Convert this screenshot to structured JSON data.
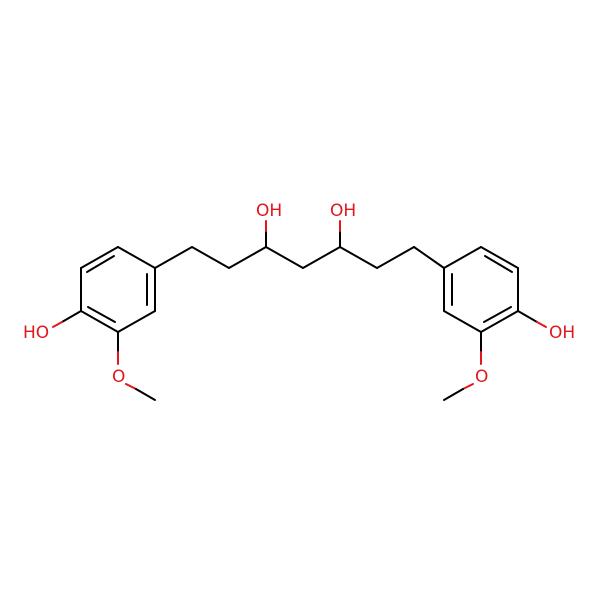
{
  "molecule": {
    "labels": {
      "oh_left_phenol": "HO",
      "o_left_methoxy": "O",
      "oh_chain_left": "OH",
      "oh_chain_right": "OH",
      "oh_right_phenol": "OH",
      "o_right_methoxy": "O"
    },
    "colors": {
      "bond": "#000000",
      "heteroatom": "#e0181e",
      "background": "#ffffff"
    }
  }
}
